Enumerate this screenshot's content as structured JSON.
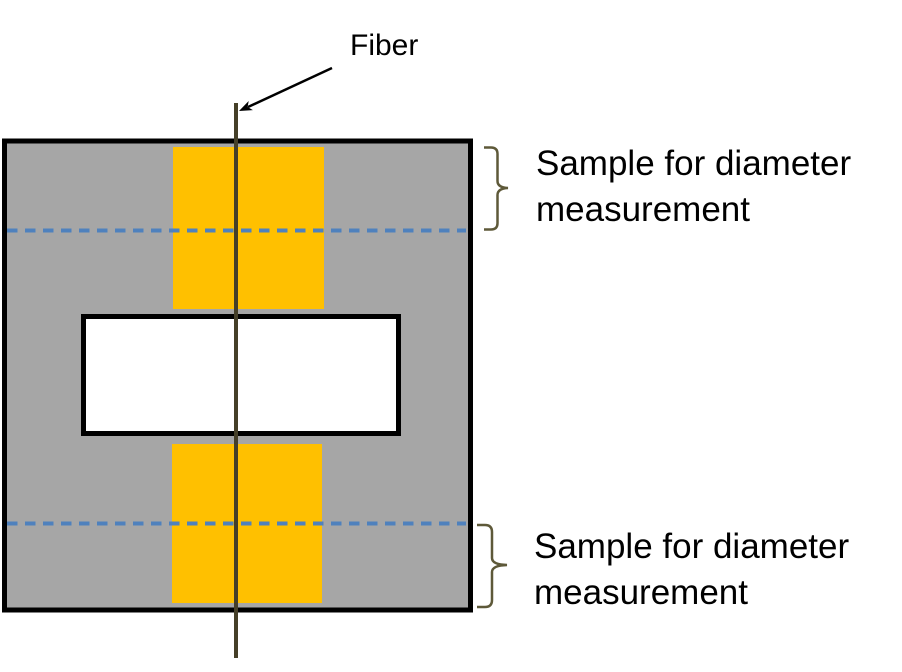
{
  "diagram": {
    "fiber_label": "Fiber",
    "annotations": {
      "top": {
        "line1": "Sample for diameter",
        "line2": "measurement"
      },
      "bottom": {
        "line1": "Sample for diameter",
        "line2": "measurement"
      }
    },
    "colors": {
      "background": "#FFFFFF",
      "block_fill": "#A6A6A6",
      "block_border": "#000000",
      "sample_fill": "#FFC000",
      "cavity_fill": "#FFFFFF",
      "cavity_border": "#000000",
      "dashed_line": "#4F81BD",
      "fiber_line": "#453F28",
      "arrow": "#000000",
      "brace": "#5E5939",
      "text": "#000000"
    }
  }
}
